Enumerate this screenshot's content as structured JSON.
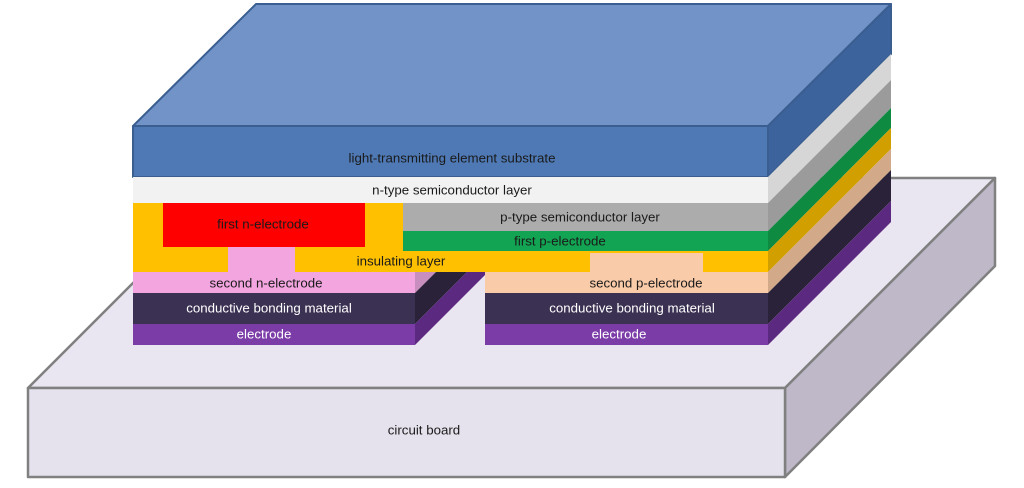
{
  "diagram": {
    "description": "layered flip-chip light emitting device mounted on circuit board",
    "background": "#FFFFFF",
    "layers": {
      "substrate": {
        "label": "light-transmitting element substrate",
        "front": "#4E79B5",
        "top": "#7193C7",
        "side": "#3D639C",
        "outline": "#3A5E90",
        "text": "#1A1A1A"
      },
      "n_type": {
        "label": "n-type semiconductor layer",
        "front": "#F2F2F2",
        "side": "#D6D6D6",
        "text": "#1A1A1A"
      },
      "p_type": {
        "label": "p-type semiconductor layer",
        "front": "#ACACAC",
        "side": "#9B9B9B",
        "text": "#1A1A1A"
      },
      "first_n_electrode": {
        "label": "first n-electrode",
        "front": "#FF0000",
        "text": "#1A1A1A"
      },
      "first_p_electrode": {
        "label": "first p-electrode",
        "front": "#12A452",
        "side": "#0E8A41",
        "text": "#1A1A1A"
      },
      "insulating": {
        "label": "insulating layer",
        "front": "#FFC000",
        "side": "#D29F00",
        "text": "#1A1A1A"
      },
      "second_n_electrode": {
        "label": "second n-electrode",
        "front": "#F3A5E0",
        "side": "#C88FBE",
        "text": "#1A1A1A"
      },
      "second_p_electrode": {
        "label": "second p-electrode",
        "front": "#F9CBA8",
        "side": "#D2A989",
        "text": "#1A1A1A"
      },
      "conductive_bonding": {
        "label": "conductive bonding material",
        "front": "#3B3153",
        "side": "#2A2238",
        "text": "#FFFFFF"
      },
      "electrode": {
        "label": "electrode",
        "front": "#7B3CA8",
        "side": "#5B2A80",
        "text": "#FFFFFF"
      },
      "circuit_board": {
        "label": "circuit board",
        "top": "#E9E5F1",
        "front": "#E6E2ED",
        "side": "#BEB8C8",
        "outline": "#808080",
        "text": "#1A1A1A"
      }
    }
  }
}
